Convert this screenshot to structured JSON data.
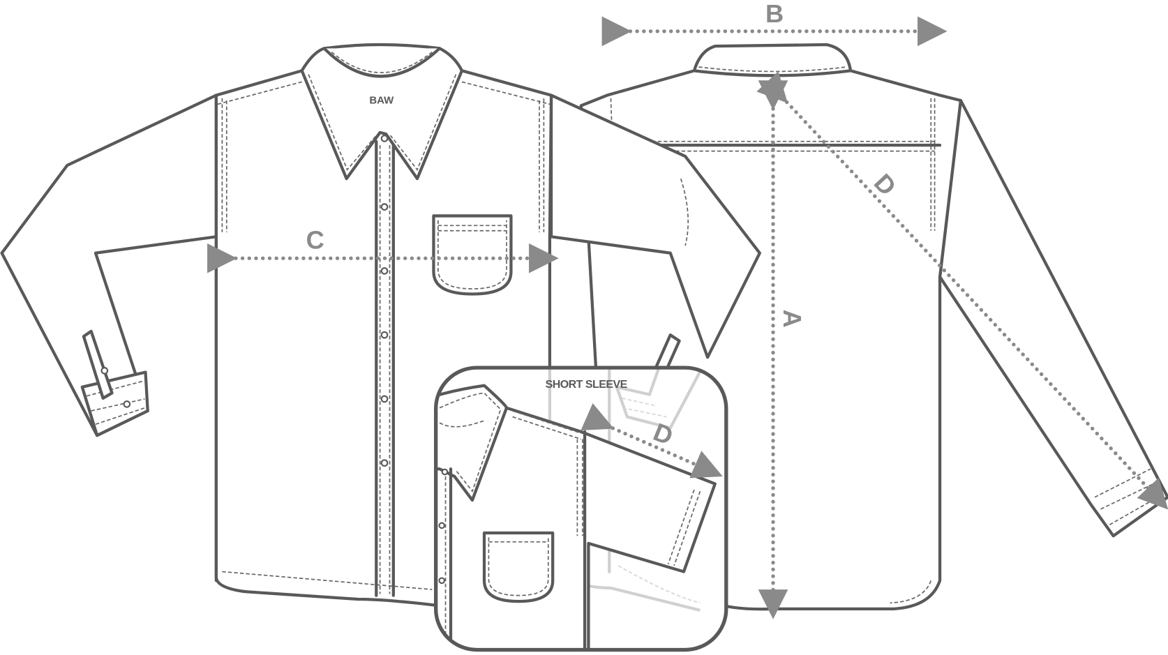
{
  "labels": {
    "brand_tag": "BAW",
    "measure_a": "A",
    "measure_b": "B",
    "measure_c": "C",
    "measure_d": "D",
    "inset_measure_d": "D",
    "inset_title": "SHORT SLEEVE"
  },
  "colors": {
    "line": "#595959",
    "measure": "#8a8a8a",
    "ghost": "#d0d0d0"
  }
}
